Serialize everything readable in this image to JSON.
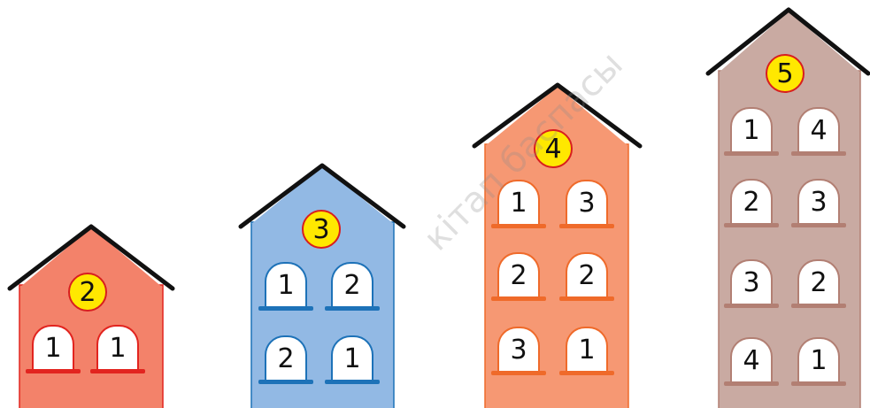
{
  "houses": [
    {
      "floors_label": "2",
      "windows": [
        [
          "1",
          "1"
        ]
      ],
      "colors": {
        "wall": "#f3826a",
        "line": "#e2241f"
      }
    },
    {
      "floors_label": "3",
      "windows": [
        [
          "1",
          "2"
        ],
        [
          "2",
          "1"
        ]
      ],
      "colors": {
        "wall": "#92b9e4",
        "line": "#1d72b8"
      }
    },
    {
      "floors_label": "4",
      "windows": [
        [
          "1",
          "3"
        ],
        [
          "2",
          "2"
        ],
        [
          "3",
          "1"
        ]
      ],
      "colors": {
        "wall": "#f69873",
        "line": "#ef6a2a"
      }
    },
    {
      "floors_label": "5",
      "windows": [
        [
          "1",
          "4"
        ],
        [
          "2",
          "3"
        ],
        [
          "3",
          "2"
        ],
        [
          "4",
          "1"
        ]
      ],
      "colors": {
        "wall": "#c9aaa2",
        "line": "#b27f73"
      }
    }
  ],
  "badge_colors": {
    "fill": "#ffe800",
    "ring": "#d81e1e"
  },
  "watermark": "кітап баспасы"
}
